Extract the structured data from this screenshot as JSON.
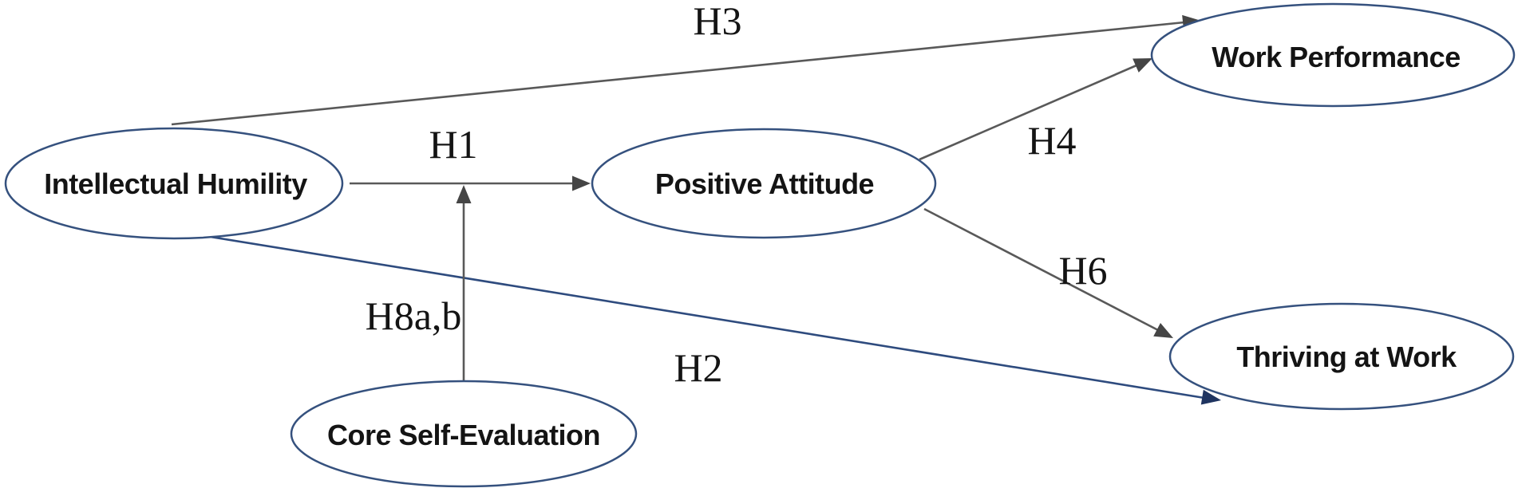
{
  "diagram": {
    "background": "#ffffff",
    "nodes": [
      {
        "id": "intellectual-humility",
        "label": "Intellectual Humility"
      },
      {
        "id": "positive-attitude",
        "label": "Positive Attitude"
      },
      {
        "id": "work-performance",
        "label": "Work Performance"
      },
      {
        "id": "thriving-at-work",
        "label": "Thriving at Work"
      },
      {
        "id": "core-self-evaluation",
        "label": "Core Self-Evaluation"
      }
    ],
    "edges": [
      {
        "id": "H1",
        "label": "H1",
        "from": "Intellectual Humility",
        "to": "Positive Attitude",
        "style": "gray"
      },
      {
        "id": "H2",
        "label": "H2",
        "from": "Intellectual Humility",
        "to": "Thriving at Work",
        "style": "blue"
      },
      {
        "id": "H3",
        "label": "H3",
        "from": "Intellectual Humility",
        "to": "Work Performance",
        "style": "gray"
      },
      {
        "id": "H4",
        "label": "H4",
        "from": "Positive Attitude",
        "to": "Work Performance",
        "style": "gray"
      },
      {
        "id": "H6",
        "label": "H6",
        "from": "Positive Attitude",
        "to": "Thriving at Work",
        "style": "gray"
      },
      {
        "id": "H8ab",
        "label": "H8a,b",
        "from": "Core Self-Evaluation",
        "to": "H1 path (moderation)",
        "style": "gray"
      }
    ],
    "colors": {
      "node_stroke": "#35517e",
      "edge_gray": "#595959",
      "arrowhead_gray": "#454545",
      "edge_blue": "#2e4b7e",
      "arrowhead_blue": "#1f3460",
      "text": "#141414"
    }
  }
}
